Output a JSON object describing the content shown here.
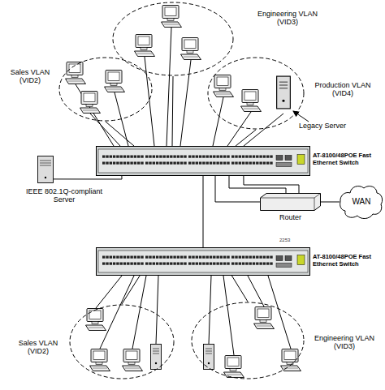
{
  "diagram": {
    "nodes": [
      {
        "text": [
          "Engineering VLAN (VID3)"
        ]
      },
      {
        "text": [
          "Sales VLAN (VID2)"
        ]
      },
      {
        "text": [
          "Production VLAN (VID4)"
        ]
      },
      {
        "text": [
          "AT-8100/48POE Fast Ethernet Switch"
        ]
      },
      {
        "text": [
          "IEEE 802.1Q-compliant Server"
        ]
      },
      {
        "text": [
          "Router"
        ]
      },
      {
        "text": [
          "WAN"
        ]
      },
      {
        "text": [
          "AT-8100/48POE Fast Ethernet Switch"
        ]
      },
      {
        "text": [
          "Sales VLAN (VID2)"
        ]
      },
      {
        "text": [
          "Engineering VLAN (VID3)"
        ]
      }
    ],
    "edges": [
      {
        "from": 0,
        "to": 3,
        "arrow": "none"
      },
      {
        "from": 1,
        "to": 3,
        "arrow": "none"
      },
      {
        "from": 2,
        "to": 3,
        "arrow": "none"
      },
      {
        "from": 4,
        "to": 3,
        "arrow": "none"
      },
      {
        "from": 3,
        "to": 5,
        "arrow": "none"
      },
      {
        "from": 5,
        "to": 6,
        "arrow": "none"
      },
      {
        "from": 3,
        "to": 7,
        "arrow": "none"
      },
      {
        "from": 8,
        "to": 7,
        "arrow": "none"
      },
      {
        "from": 9,
        "to": 7,
        "arrow": "none"
      }
    ],
    "labels": [
      "Legacy Server",
      "2253"
    ]
  }
}
